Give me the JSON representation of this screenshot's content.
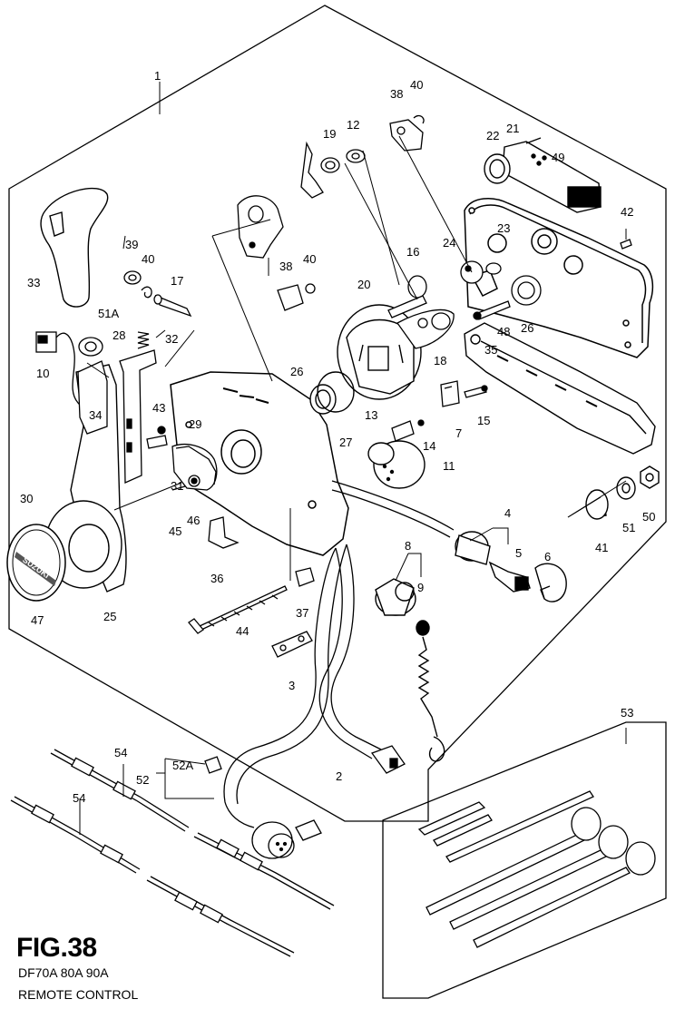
{
  "figure": {
    "title": "FIG.38",
    "models": "DF70A 80A 90A",
    "name": "REMOTE CONTROL",
    "brand_logo_text": "SUZUKI"
  },
  "callouts": {
    "c1": "1",
    "c2": "2",
    "c3": "3",
    "c4": "4",
    "c5": "5",
    "c6": "6",
    "c7": "7",
    "c8": "8",
    "c9": "9",
    "c10": "10",
    "c11": "11",
    "c12": "12",
    "c13": "13",
    "c14": "14",
    "c15": "15",
    "c16": "16",
    "c17": "17",
    "c18": "18",
    "c19": "19",
    "c20": "20",
    "c21": "21",
    "c22": "22",
    "c23": "23",
    "c24": "24",
    "c25": "25",
    "c26a": "26",
    "c26b": "26",
    "c27": "27",
    "c28": "28",
    "c29": "29",
    "c30": "30",
    "c31": "31",
    "c32": "32",
    "c33": "33",
    "c34": "34",
    "c35": "35",
    "c36": "36",
    "c37": "37",
    "c38a": "38",
    "c38b": "38",
    "c39": "39",
    "c40a": "40",
    "c40b": "40",
    "c40c": "40",
    "c41": "41",
    "c42": "42",
    "c43": "43",
    "c44": "44",
    "c45": "45",
    "c46": "46",
    "c47": "47",
    "c48": "48",
    "c49": "49",
    "c50": "50",
    "c51": "51",
    "c51a": "51A",
    "c52": "52",
    "c52a": "52A",
    "c53": "53",
    "c54a": "54",
    "c54b": "54"
  }
}
